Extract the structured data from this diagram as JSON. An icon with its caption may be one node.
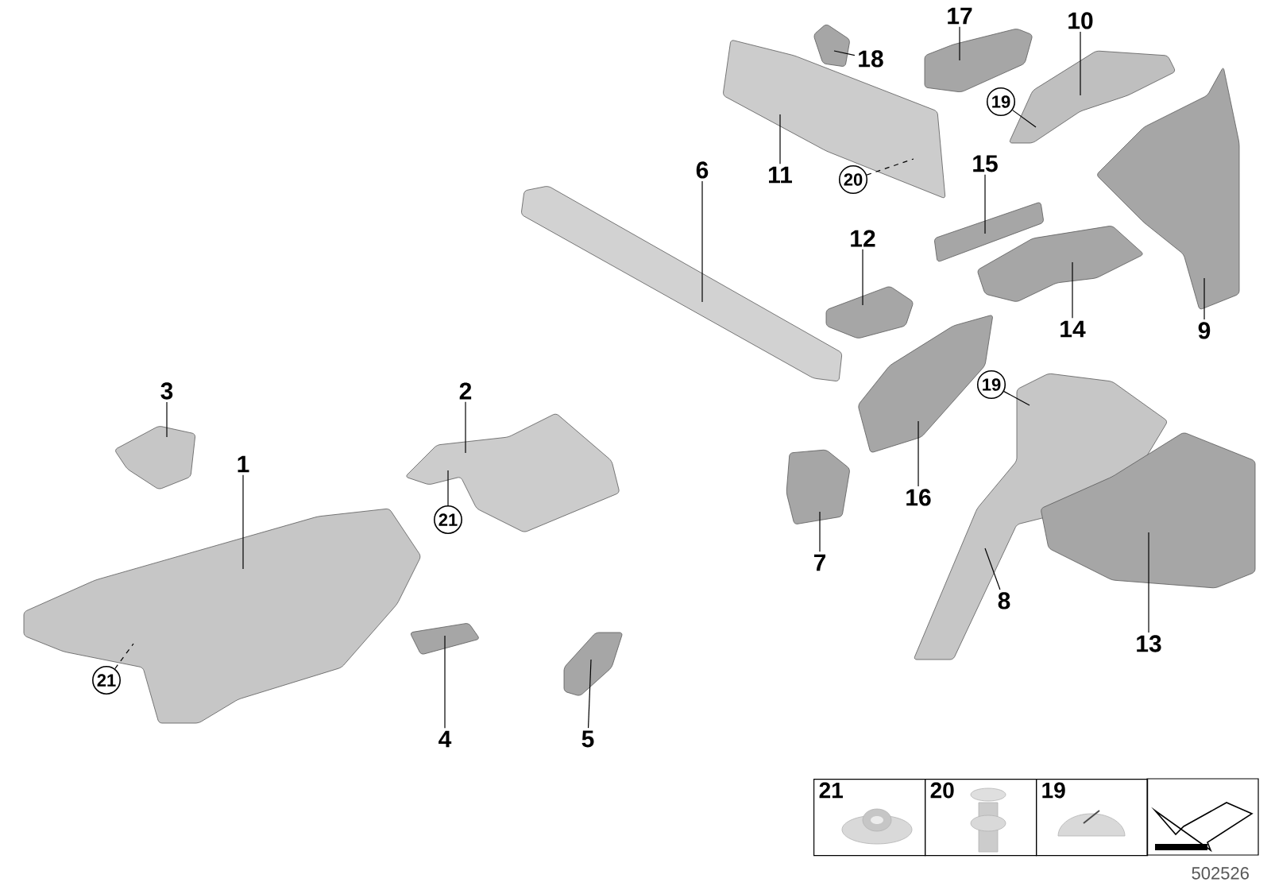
{
  "diagram": {
    "nodes": [
      {
        "text": [
          "1"
        ]
      },
      {
        "text": [
          "2"
        ]
      },
      {
        "text": [
          "3"
        ]
      },
      {
        "text": [
          "4"
        ]
      },
      {
        "text": [
          "5"
        ]
      },
      {
        "text": [
          "6"
        ]
      },
      {
        "text": [
          "7"
        ]
      },
      {
        "text": [
          "8"
        ]
      },
      {
        "text": [
          "9"
        ]
      },
      {
        "text": [
          "10"
        ]
      },
      {
        "text": [
          "11"
        ]
      },
      {
        "text": [
          "12"
        ]
      },
      {
        "text": [
          "13"
        ]
      },
      {
        "text": [
          "14"
        ]
      },
      {
        "text": [
          "15"
        ]
      },
      {
        "text": [
          "16"
        ]
      },
      {
        "text": [
          "17"
        ]
      },
      {
        "text": [
          "18"
        ]
      },
      {
        "text": [
          "19"
        ]
      },
      {
        "text": [
          "20"
        ]
      },
      {
        "text": [
          "21"
        ]
      },
      {
        "text": [
          "19"
        ]
      },
      {
        "text": [
          "21"
        ]
      },
      {
        "text": [],
        "shape": "picture"
      },
      {
        "text": [],
        "shape": "picture"
      },
      {
        "text": [],
        "shape": "picture"
      },
      {
        "text": [],
        "shape": "picture"
      },
      {
        "text": [],
        "shape": "picture"
      },
      {
        "text": [],
        "shape": "picture"
      },
      {
        "text": [],
        "shape": "picture"
      },
      {
        "text": [],
        "shape": "picture"
      },
      {
        "text": [],
        "shape": "picture"
      },
      {
        "text": [],
        "shape": "picture"
      },
      {
        "text": [],
        "shape": "picture"
      },
      {
        "text": [],
        "shape": "picture"
      },
      {
        "text": [],
        "shape": "picture"
      },
      {
        "text": [],
        "shape": "picture"
      },
      {
        "text": [],
        "shape": "picture"
      },
      {
        "text": [],
        "shape": "picture"
      },
      {
        "text": [],
        "shape": "picture"
      },
      {
        "text": [],
        "shape": "picture"
      },
      {
        "text": [
          "21"
        ]
      },
      {
        "text": [
          "20"
        ]
      },
      {
        "text": [
          "19"
        ]
      }
    ],
    "edges": [
      {
        "from": 0,
        "to": 23,
        "arrow": "none"
      },
      {
        "from": 1,
        "to": 24,
        "arrow": "none"
      },
      {
        "from": 2,
        "to": 25,
        "arrow": "none"
      },
      {
        "from": 3,
        "to": 26,
        "arrow": "none"
      },
      {
        "from": 4,
        "to": 27,
        "arrow": "none"
      },
      {
        "from": 5,
        "to": 28,
        "arrow": "none"
      },
      {
        "from": 6,
        "to": 29,
        "arrow": "none"
      },
      {
        "from": 7,
        "to": 30,
        "arrow": "none"
      },
      {
        "from": 8,
        "to": 31,
        "arrow": "none"
      },
      {
        "from": 9,
        "to": 32,
        "arrow": "none"
      },
      {
        "from": 10,
        "to": 33,
        "arrow": "none"
      },
      {
        "from": 11,
        "to": 34,
        "arrow": "none"
      },
      {
        "from": 12,
        "to": 35,
        "arrow": "none"
      },
      {
        "from": 13,
        "to": 36,
        "arrow": "none"
      },
      {
        "from": 14,
        "to": 37,
        "arrow": "none"
      },
      {
        "from": 15,
        "to": 38,
        "arrow": "none"
      },
      {
        "from": 16,
        "to": 39,
        "arrow": "none"
      },
      {
        "from": 17,
        "to": 40,
        "arrow": "none"
      },
      {
        "from": 18,
        "to": 32,
        "arrow": "none"
      },
      {
        "from": 19,
        "to": 33,
        "arrow": "none",
        "style": "dashed"
      },
      {
        "from": 20,
        "to": 24,
        "arrow": "none"
      },
      {
        "from": 21,
        "to": 30,
        "arrow": "none"
      },
      {
        "from": 22,
        "to": 23,
        "arrow": "none",
        "style": "dashed"
      }
    ],
    "labels": [
      "502526"
    ]
  }
}
